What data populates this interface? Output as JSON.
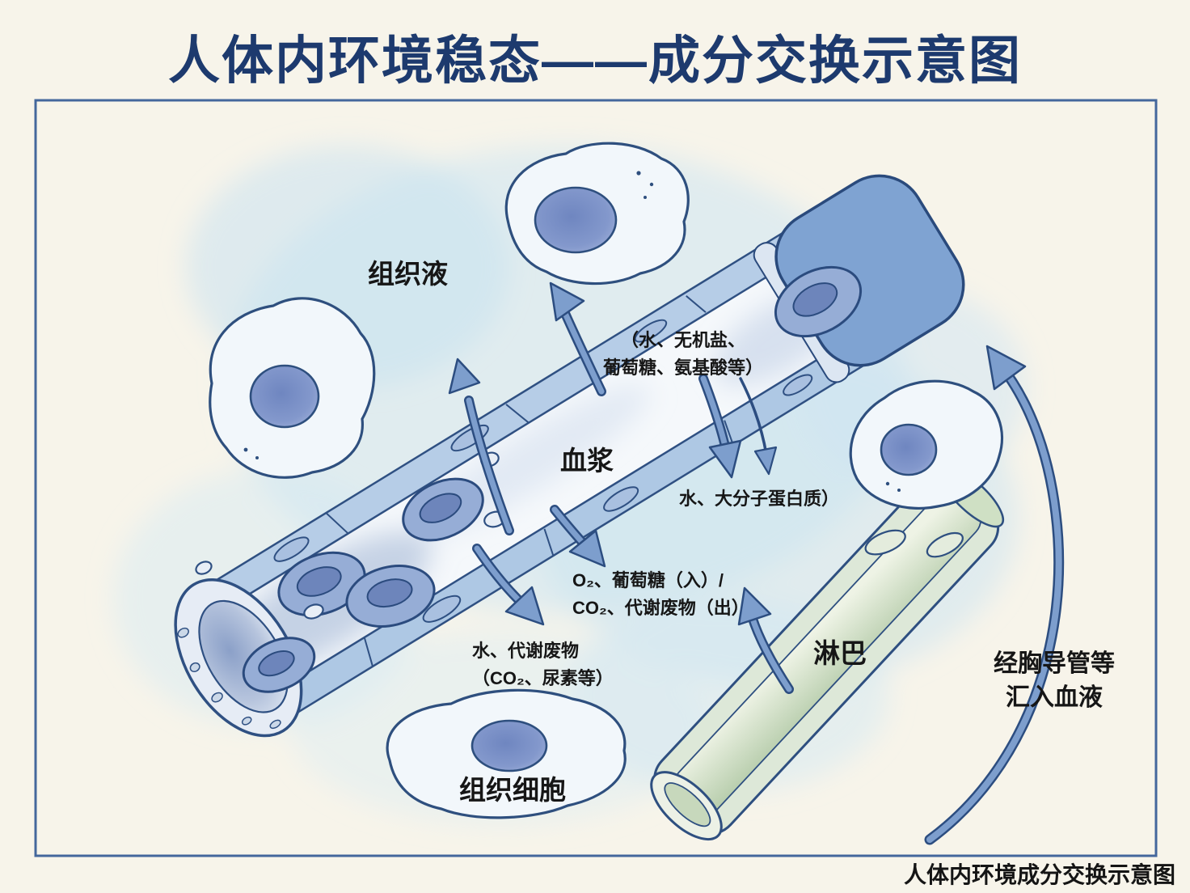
{
  "title": "人体内环境稳态——成分交换示意图",
  "caption": "人体内环境成分交换示意图",
  "labels": {
    "tissue_fluid": "组织液",
    "plasma": "血浆",
    "lymph": "淋巴",
    "tissue_cells": "组织细胞",
    "capillary_note": {
      "line1": "（水、无机盐、",
      "line2": "葡萄糖、氨基酸等）"
    },
    "water_protein_note": "水、大分子蛋白质）",
    "cell_exchange_note": {
      "line1": "O₂、葡萄糖（入）/",
      "line2": "CO₂、代谢废物（出）"
    },
    "waste_note": {
      "line1": "水、代谢废物",
      "line2": "（CO₂、尿素等）"
    },
    "lymph_return_note": {
      "line1": "经胸导管等",
      "line2": "汇入血液"
    }
  },
  "colors": {
    "title_navy": "#1d3a6e",
    "border_blue": "#44679c",
    "background_cream": "#f7f4ea",
    "watercolor_blue": "#cde6f3",
    "vessel_wall_blue": "#b6cde7",
    "vessel_cap_blue": "#7fa3d2",
    "blood_cell_blue": "#96add6",
    "nucleus_blue": "#7f94c8",
    "lymph_green": "#d9e6d2",
    "arrow_blue": "#7d9ecd",
    "arrow_outline": "#2c4d80",
    "label_black": "#161616"
  }
}
